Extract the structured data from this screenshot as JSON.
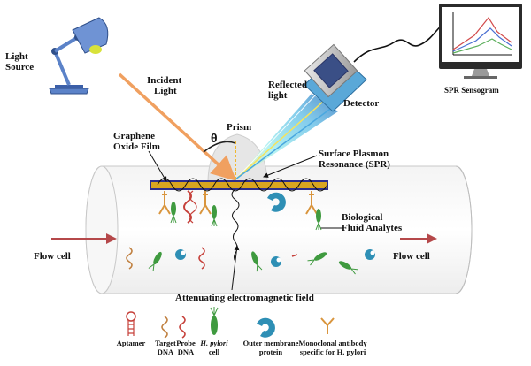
{
  "colors": {
    "incident_arrow": "#f0a060",
    "flow_arrow": "#b5484a",
    "gold_film": "#d9a520",
    "graphene_border": "#2d2d8a",
    "monitor_line1": "#d24a4a",
    "monitor_line2": "#4a6fd2",
    "monitor_line3": "#5aae5a",
    "antibody": "#d9953d",
    "protein": "#2e8fb5",
    "bacteria": "#3f9a3f",
    "dna_red": "#c6403a"
  },
  "labels": {
    "light_source_line1": "Light",
    "light_source_line2": "Source",
    "incident_line1": "Incident",
    "incident_line2": "Light",
    "reflected_line1": "Reflected",
    "reflected_line2": "light",
    "detector": "Detector",
    "spr_sensogram": "SPR Sensogram",
    "prism": "Prism",
    "theta": "θ",
    "graphene_line1": "Graphene",
    "graphene_line2": "Oxide Film",
    "spr_line1": "Surface Plasmon",
    "spr_line2": "Resonance (SPR)",
    "biological_line1": "Biological",
    "biological_line2": "Fluid Analytes",
    "flow_cell_left": "Flow cell",
    "flow_cell_right": "Flow cell",
    "attenuating": "Attenuating electromagnetic field"
  },
  "legend": [
    {
      "icon": "aptamer-icon",
      "line1": "Aptamer",
      "line2": ""
    },
    {
      "icon": "target-dna-icon",
      "line1": "Target",
      "line2": "DNA"
    },
    {
      "icon": "probe-dna-icon",
      "line1": "Probe",
      "line2": "DNA"
    },
    {
      "icon": "h-pylori-cell-icon",
      "line1": "H. pylori",
      "line2": "cell"
    },
    {
      "icon": "outer-membrane-protein-icon",
      "line1": "Outer membrane",
      "line2": "protein"
    },
    {
      "icon": "monoclonal-antibody-icon",
      "line1": "Monoclonal antibody",
      "line2": "specific for H. pylori"
    }
  ]
}
